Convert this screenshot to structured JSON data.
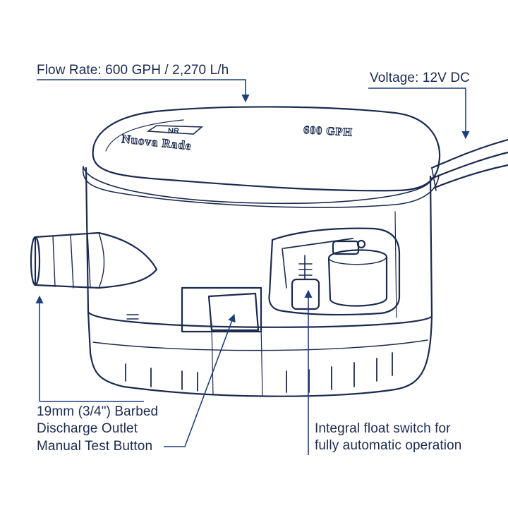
{
  "callouts": {
    "flow_rate": "Flow Rate: 600 GPH / 2,270 L/h",
    "voltage": "Voltage: 12V DC",
    "outlet_line1": "19mm (3/4\") Barbed",
    "outlet_line2": "Discharge Outlet",
    "test_button": "Manual Test Button",
    "float_line1": "Integral float switch for",
    "float_line2": "fully automatic operation"
  },
  "product": {
    "brand": "Nuova Rade",
    "logo_mark": "NR",
    "rating_badge": "600 GPH"
  },
  "colors": {
    "line": "#1b2a4e",
    "callout": "#1f3f7a",
    "background": "#ffffff"
  }
}
